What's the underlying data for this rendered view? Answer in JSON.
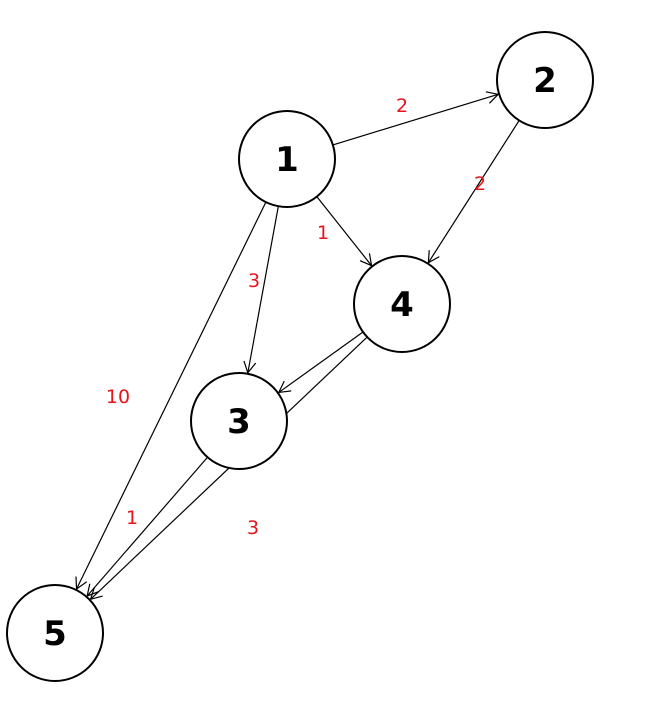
{
  "colors": {
    "node_stroke": "#000000",
    "node_fill": "#ffffff",
    "edge": "#000000",
    "weight_label": "#e8141c"
  },
  "graph": {
    "nodes": [
      {
        "id": "1",
        "label": "1"
      },
      {
        "id": "2",
        "label": "2"
      },
      {
        "id": "3",
        "label": "3"
      },
      {
        "id": "4",
        "label": "4"
      },
      {
        "id": "5",
        "label": "5"
      }
    ],
    "edges": [
      {
        "from": "1",
        "to": "2",
        "weight": "2"
      },
      {
        "from": "2",
        "to": "4",
        "weight": "2"
      },
      {
        "from": "1",
        "to": "4",
        "weight": "1"
      },
      {
        "from": "1",
        "to": "3",
        "weight": "3"
      },
      {
        "from": "1",
        "to": "5",
        "weight": "10"
      },
      {
        "from": "4",
        "to": "3",
        "weight": ""
      },
      {
        "from": "3",
        "to": "5",
        "weight": "1"
      },
      {
        "from": "4",
        "to": "5",
        "weight": "3"
      }
    ]
  }
}
